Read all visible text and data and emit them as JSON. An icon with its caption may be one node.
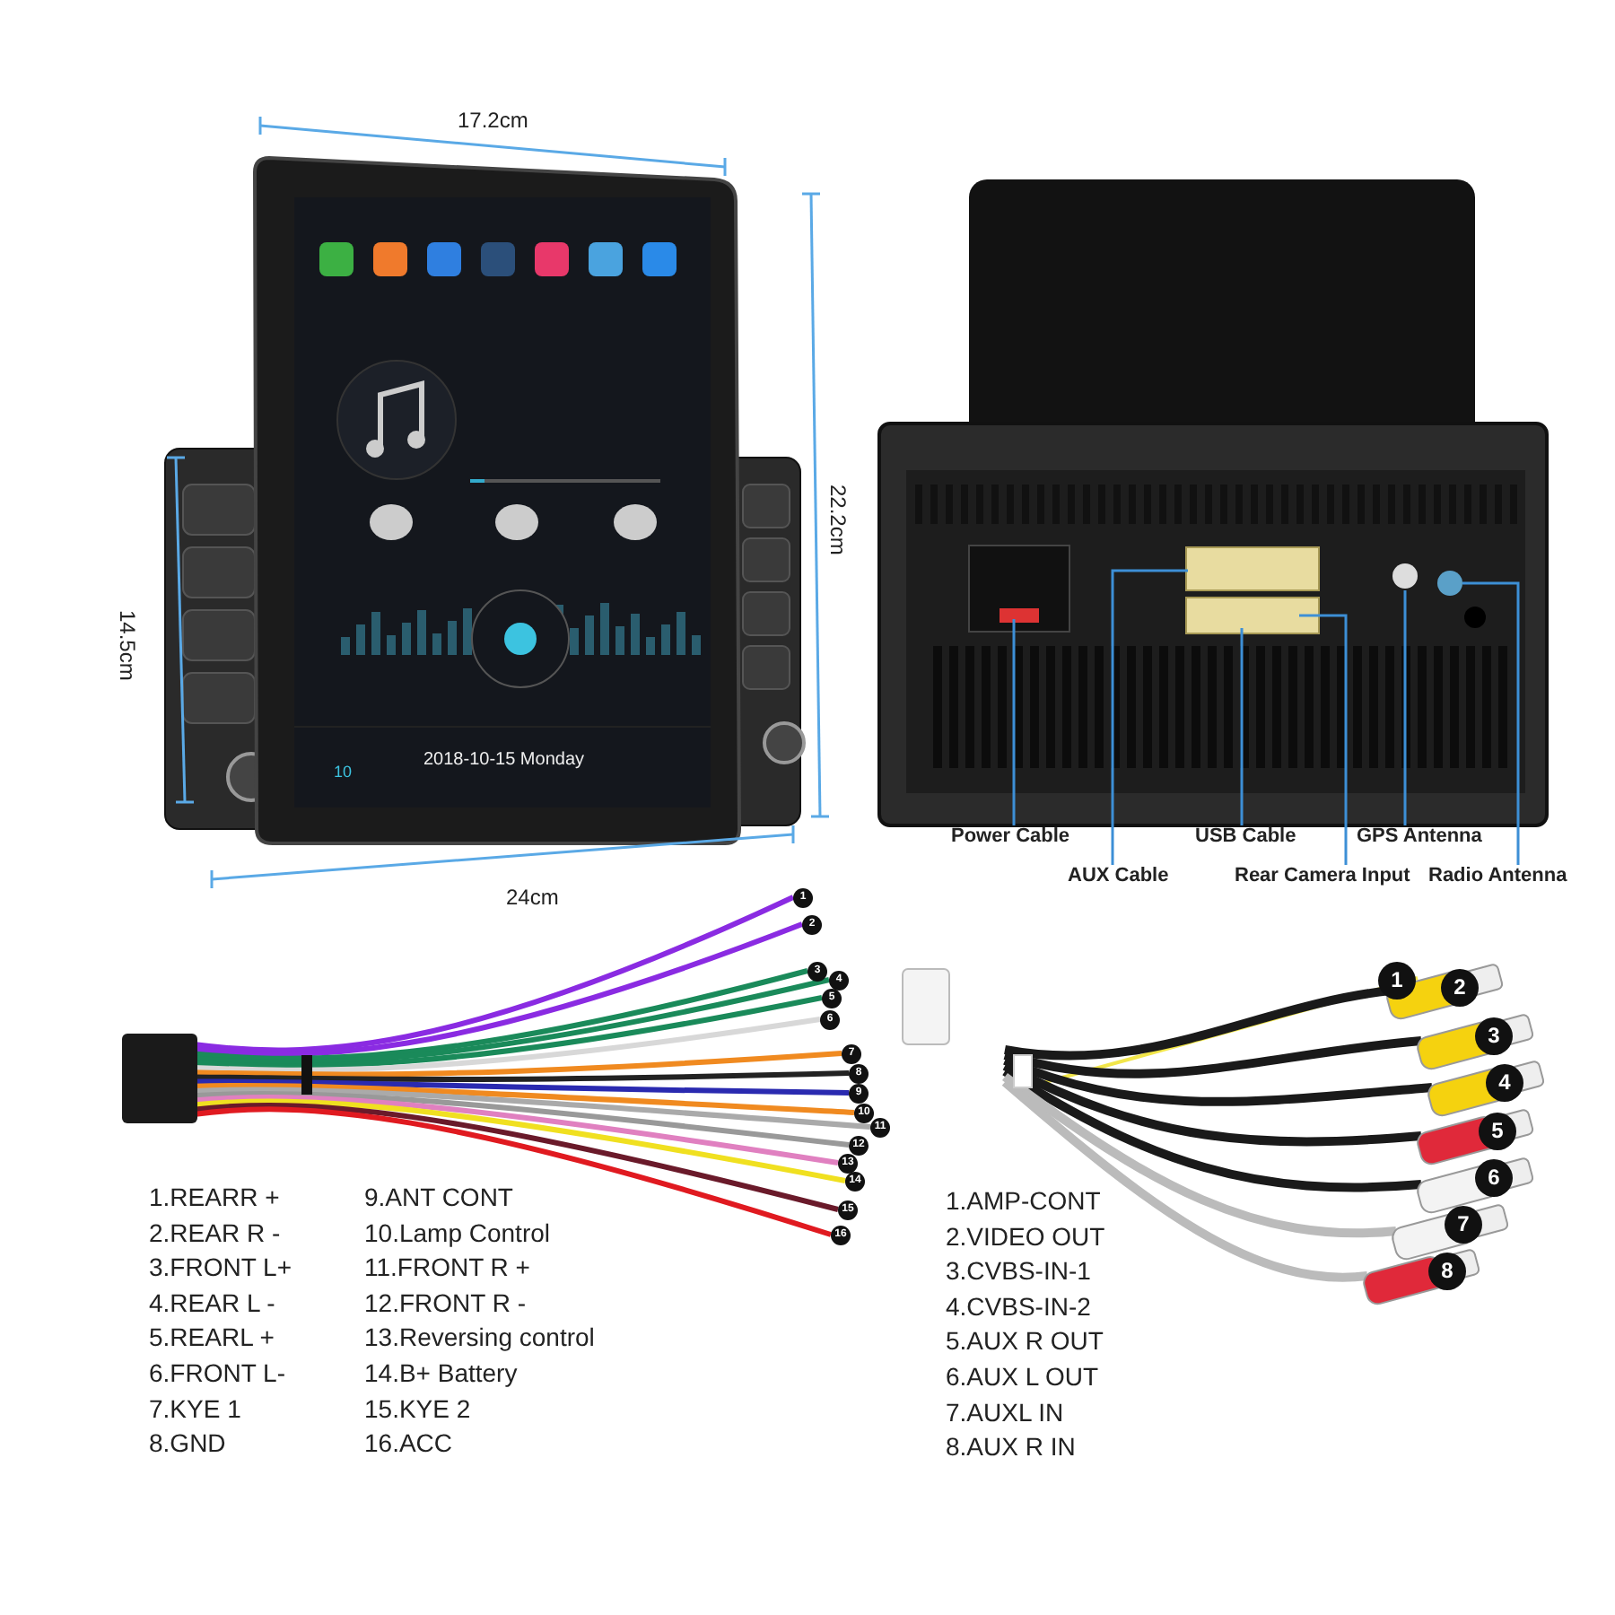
{
  "diagram": {
    "nodes": [
      {
        "text": [
          "Power Cable"
        ]
      },
      {
        "text": [
          "AUX Cable"
        ]
      },
      {
        "text": [
          "USB Cable"
        ]
      },
      {
        "text": [
          "Rear Camera Input"
        ]
      },
      {
        "text": [
          "GPS Antenna"
        ]
      },
      {
        "text": [
          "Radio Antenna"
        ]
      }
    ],
    "edges": [
      {
        "from": 0,
        "to": null,
        "arrow": "none"
      },
      {
        "from": 1,
        "to": null,
        "arrow": "none"
      },
      {
        "from": 2,
        "to": null,
        "arrow": "none"
      },
      {
        "from": 3,
        "to": null,
        "arrow": "none"
      },
      {
        "from": 4,
        "to": null,
        "arrow": "none"
      },
      {
        "from": 5,
        "to": null,
        "arrow": "none"
      }
    ],
    "labels": [
      "17.2cm",
      "22.2cm",
      "14.5cm",
      "2018-10-15 Monday",
      "10",
      "24cm",
      "1",
      "2",
      "3",
      "4",
      "5",
      "6",
      "7",
      "8",
      "9",
      "10",
      "11",
      "12",
      "13",
      "14",
      "15",
      "16",
      "1.REARR +",
      "2.REAR R -",
      "3.FRONT L+",
      "4.REAR L -",
      "5.REARL +",
      "6.FRONT L-",
      "7.KYE 1",
      "8.GND",
      "9.ANT CONT",
      "10.Lamp Control",
      "11.FRONT R +",
      "12.FRONT R -",
      "13.Reversing control",
      "14.B+ Battery",
      "15.KYE 2",
      "16.ACC",
      "1",
      "2",
      "3",
      "4",
      "5",
      "6",
      "7",
      "8",
      "1.AMP-CONT",
      "2.VIDEO OUT",
      "3.CVBS-IN-1",
      "4.CVBS-IN-2",
      "5.AUX R OUT",
      "6.AUX L OUT",
      "7.AUXL IN",
      "8.AUX R IN"
    ]
  }
}
